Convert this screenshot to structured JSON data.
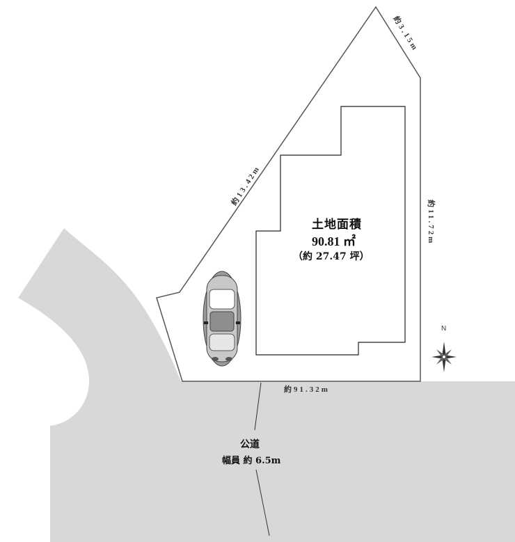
{
  "plot": {
    "area_label": "土地面積",
    "area_value": "90.81 ㎡",
    "area_tsubo": "（約 27.47 坪）"
  },
  "dimensions": {
    "top_right": "約3.15m",
    "left_diagonal": "約13.42m",
    "right_side": "約11.72m",
    "bottom": "約91.32m"
  },
  "road": {
    "name": "公道",
    "width": "幅員 約 6.5m"
  },
  "compass": {
    "north_label": "N"
  },
  "colors": {
    "road": "#d8d8d8",
    "plot_outline": "#444444",
    "building_outline": "#222222"
  }
}
